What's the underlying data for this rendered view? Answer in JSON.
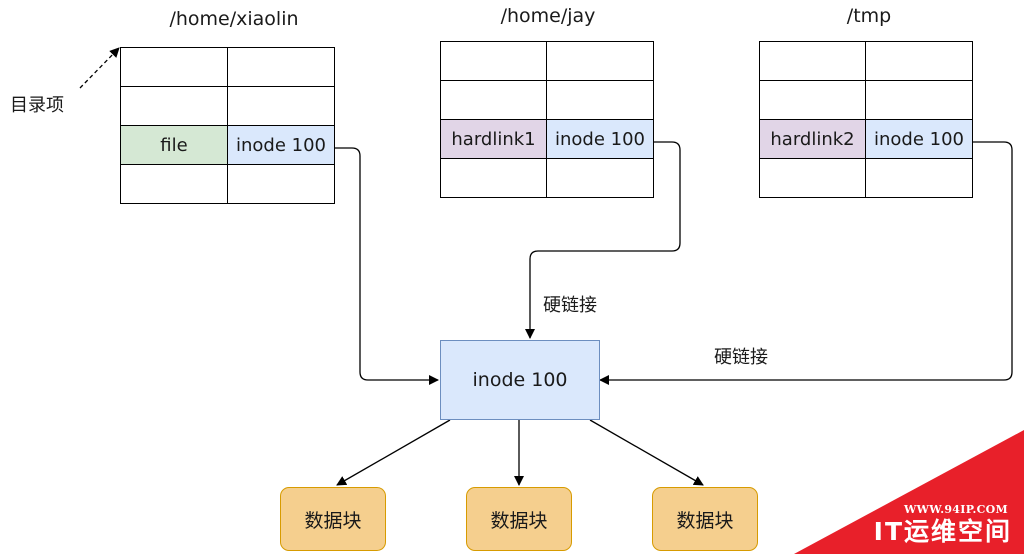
{
  "directories": [
    {
      "path": "/home/xiaolin",
      "rows": [
        [
          "",
          ""
        ],
        [
          "",
          ""
        ],
        [
          "file",
          "inode 100"
        ],
        [
          "",
          ""
        ]
      ],
      "highlight_row": 2,
      "name_color": "#d5e8d4"
    },
    {
      "path": "/home/jay",
      "rows": [
        [
          "",
          ""
        ],
        [
          "",
          ""
        ],
        [
          "hardlink1",
          "inode 100"
        ],
        [
          "",
          ""
        ]
      ],
      "highlight_row": 2,
      "name_color": "#e1d5e7"
    },
    {
      "path": "/tmp",
      "rows": [
        [
          "",
          ""
        ],
        [
          "",
          ""
        ],
        [
          "hardlink2",
          "inode 100"
        ],
        [
          "",
          ""
        ]
      ],
      "highlight_row": 2,
      "name_color": "#e1d5e7"
    }
  ],
  "annotation": {
    "label": "目录项"
  },
  "links": {
    "left_label": "硬链接",
    "right_label": "硬链接"
  },
  "inode": {
    "label": "inode 100",
    "fill": "#dae8fc",
    "stroke": "#6c8ebf"
  },
  "data_blocks": [
    {
      "label": "数据块"
    },
    {
      "label": "数据块"
    },
    {
      "label": "数据块"
    }
  ],
  "data_block_colors": {
    "fill": "#f5cf8e",
    "stroke": "#d79b00"
  },
  "watermark": {
    "url": "WWW.94IP.COM",
    "name": "IT运维空间",
    "color": "#e8202a"
  }
}
